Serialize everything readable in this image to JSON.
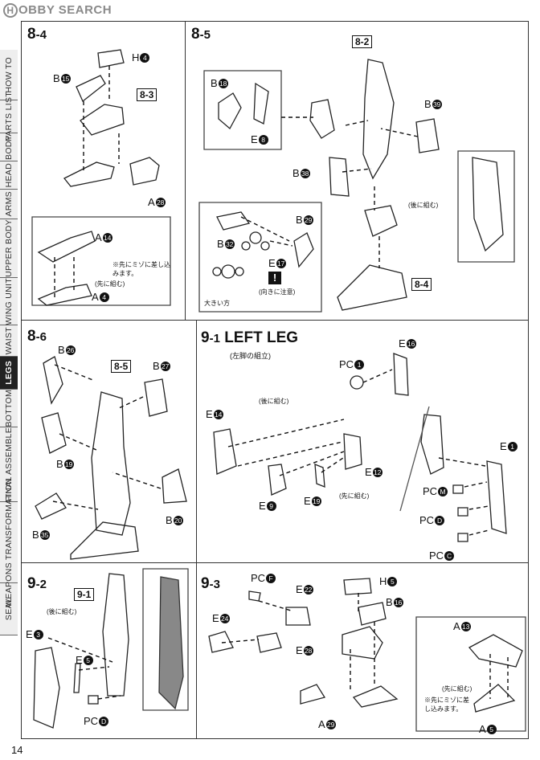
{
  "logo": {
    "badge": "H",
    "text": "OBBY SEARCH"
  },
  "side_tabs": [
    "HOW TO",
    "PARTS LIST",
    "BODY",
    "HEAD",
    "ARMS",
    "UPPER BODY",
    "WING UNIT",
    "WAIST",
    "LEGS",
    "BOTTOM",
    "FINAL ASSEMBLE",
    "WEAPONS TRANSFORMATION",
    "SEAL"
  ],
  "active_tab": "LEGS",
  "page_number": "14",
  "panels": {
    "p84": {
      "major": "8",
      "minor": "-4",
      "labels": [
        "H",
        "B",
        "8-3",
        "A",
        "A",
        "A"
      ],
      "nums": [
        "4",
        "15",
        "",
        "28",
        "14",
        "4"
      ],
      "note": "※先にミゾに差し込みます。",
      "note_sub": "(先に組む)"
    },
    "p85": {
      "major": "8",
      "minor": "-5",
      "refs": [
        "8-2",
        "8-4"
      ],
      "labels": [
        "B",
        "E",
        "B",
        "B",
        "B",
        "E"
      ],
      "nums": [
        "18",
        "8",
        "39",
        "38",
        "29",
        "17"
      ],
      "b32": "B",
      "b32n": "32",
      "jp1": "(後に組む)",
      "jp2": "(向きに注意)",
      "jp3": "大きい方"
    },
    "p86": {
      "major": "8",
      "minor": "-6",
      "ref": "8-5",
      "labels": [
        "B",
        "B",
        "B",
        "B",
        "B"
      ],
      "nums": [
        "26",
        "27",
        "19",
        "20",
        "35"
      ]
    },
    "p91": {
      "major": "9",
      "minor": "-1",
      "title": "LEFT LEG",
      "subtitle": "(左脚の組立)",
      "labels": [
        "PC",
        "E",
        "E",
        "E",
        "E",
        "E",
        "E",
        "PC",
        "PC",
        "PC"
      ],
      "nums": [
        "1",
        "16",
        "14",
        "12",
        "9",
        "19",
        "1",
        "M",
        "D",
        "C"
      ],
      "jp1": "(後に組む)",
      "jp2": "(先に組む)"
    },
    "p92": {
      "major": "9",
      "minor": "-2",
      "ref": "9-1",
      "labels": [
        "E",
        "E",
        "PC"
      ],
      "nums": [
        "3",
        "5",
        "D"
      ],
      "jp": "(後に組む)"
    },
    "p93": {
      "major": "9",
      "minor": "-3",
      "labels": [
        "PC",
        "E",
        "H",
        "B",
        "E",
        "E",
        "A",
        "A",
        "A"
      ],
      "nums": [
        "F",
        "22",
        "5",
        "16",
        "24",
        "28",
        "29",
        "13",
        "5"
      ],
      "note": "※先にミゾに差し込みます。",
      "note_sub": "(先に組む)"
    }
  }
}
